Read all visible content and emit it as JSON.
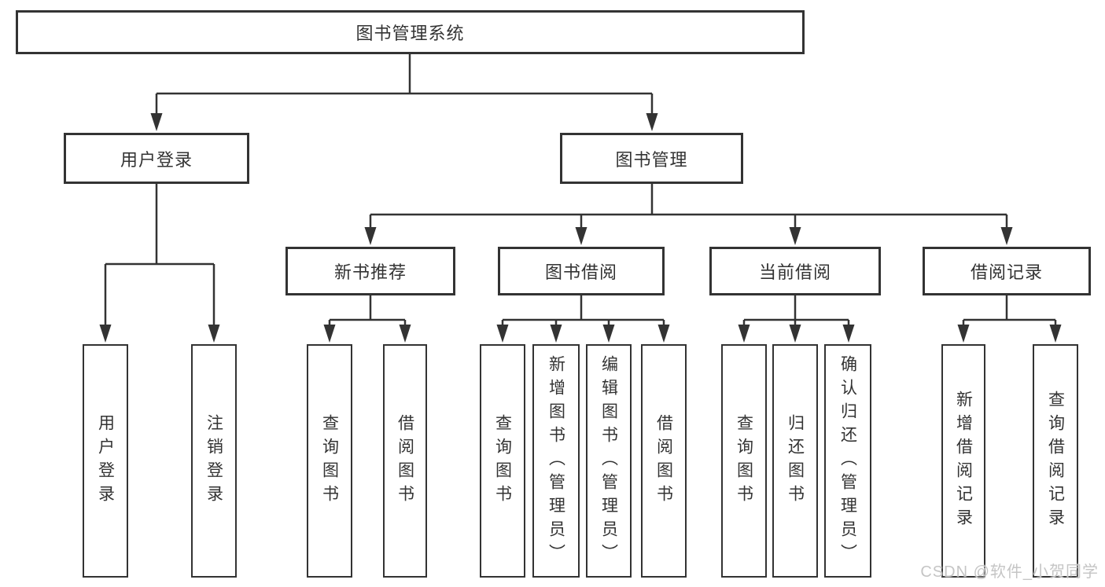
{
  "diagram": {
    "root": {
      "label": "图书管理系统"
    },
    "branches": [
      {
        "label": "用户登录",
        "leaves": [
          {
            "label": "用户登录"
          },
          {
            "label": "注销登录"
          }
        ]
      },
      {
        "label": "图书管理",
        "groups": [
          {
            "label": "新书推荐",
            "leaves": [
              {
                "label": "查询图书"
              },
              {
                "label": "借阅图书"
              }
            ]
          },
          {
            "label": "图书借阅",
            "leaves": [
              {
                "label": "查询图书"
              },
              {
                "label": "新增图书（管理员）"
              },
              {
                "label": "编辑图书（管理员）"
              },
              {
                "label": "借阅图书"
              }
            ]
          },
          {
            "label": "当前借阅",
            "leaves": [
              {
                "label": "查询图书"
              },
              {
                "label": "归还图书"
              },
              {
                "label": "确认归还（管理员）"
              }
            ]
          },
          {
            "label": "借阅记录",
            "leaves": [
              {
                "label": "新增借阅记录"
              },
              {
                "label": "查询借阅记录"
              }
            ]
          }
        ]
      }
    ]
  },
  "watermark": {
    "text": "CSDN @软件_小贺同学"
  },
  "colors": {
    "line": "#333333",
    "text": "#333333",
    "background": "#ffffff",
    "watermark": "#c5c5c5"
  }
}
